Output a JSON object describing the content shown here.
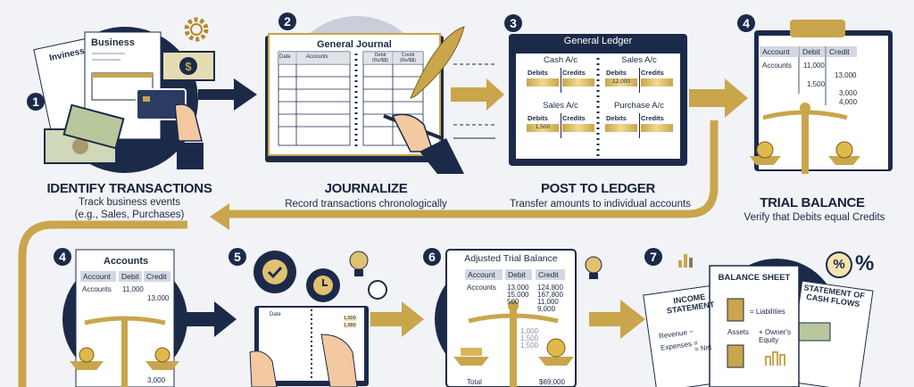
{
  "steps": [
    {
      "number": "1",
      "title": "IDENTIFY TRANSACTIONS",
      "subtitle_line1": "Track business events",
      "subtitle_line2": "(e.g., Sales, Purchases)",
      "docs": {
        "doc_back": "Inviness",
        "doc_front": "Business"
      }
    },
    {
      "number": "2",
      "title": "JOURNALIZE",
      "subtitle": "Record transactions chronologically",
      "journal": {
        "heading": "General Journal",
        "columns": [
          "Date",
          "Accounts",
          "Debit (Rs/$$)",
          "Credit (Rs/$$)"
        ]
      }
    },
    {
      "number": "3",
      "title": "POST TO LEDGER",
      "subtitle": "Transfer amounts to individual accounts",
      "ledger": {
        "heading": "General Ledger",
        "accounts": [
          {
            "name": "Cash A/c",
            "debit_label": "Debits",
            "credit_label": "Credits",
            "debit": "",
            "credit": ""
          },
          {
            "name": "Sales A/c",
            "debit_label": "Debits",
            "credit_label": "Credits",
            "debit": "12,000",
            "credit": ""
          },
          {
            "name": "Sales A/c",
            "debit_label": "Debits",
            "credit_label": "Credits",
            "debit": "1,500",
            "credit": ""
          },
          {
            "name": "Purchase A/c",
            "debit_label": "Debits",
            "credit_label": "Credits",
            "debit": "",
            "credit": ""
          }
        ]
      }
    },
    {
      "number": "4",
      "title": "TRIAL BALANCE",
      "subtitle": "Verify that Debits equal Credits",
      "table": {
        "columns": [
          "Account",
          "Debit",
          "Credit"
        ],
        "row_label": "Accounts",
        "debits": [
          "11,000",
          "1,500"
        ],
        "credits": [
          "13,000",
          "3,000",
          "4,000"
        ]
      }
    }
  ],
  "bottom": {
    "accounts_card": {
      "number": "4",
      "heading": "Accounts",
      "columns": [
        "Account",
        "Debit",
        "Credit"
      ],
      "row_label": "Accounts",
      "debit": "11,000",
      "credit": "13,000",
      "bottom_value": "3,000"
    },
    "adjust": {
      "number": "5",
      "book_label": "Date",
      "values": [
        "1,600",
        "1,880"
      ]
    },
    "adjusted_trial_balance": {
      "number": "6",
      "heading": "Adjusted Trial Balance",
      "columns": [
        "Account",
        "Debit",
        "Credit"
      ],
      "row_label": "Accounts",
      "debits": [
        "13,000",
        "15,000",
        "500"
      ],
      "credits": [
        "124,800",
        "167,800",
        "11,000",
        "9,000"
      ],
      "lower_debits": [
        "1,000",
        "1,500",
        "1,500"
      ],
      "total_label": "Total",
      "total": "$69,000"
    },
    "statements": {
      "number": "7",
      "income": {
        "heading": "INCOME STATEMENT",
        "revenue": "Revenue −",
        "expenses": "Expenses =",
        "net": "= Net"
      },
      "balance": {
        "heading": "BALANCE SHEET",
        "liabilities": "= Liabilities",
        "assets": "Assets",
        "equity": "+ Owner's Equity"
      },
      "cash_flows": {
        "heading": "STATEMENT OF CASH FLOWS"
      },
      "percent": "%"
    }
  },
  "colors": {
    "navy": "#1c2a4a",
    "gold": "#c9a54c",
    "background": "#f2f3f6"
  }
}
